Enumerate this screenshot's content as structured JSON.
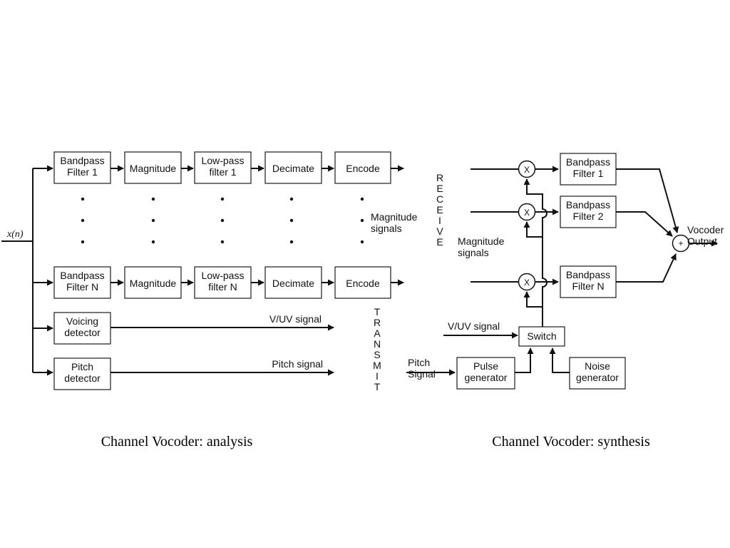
{
  "analysis": {
    "input_label": "x(n)",
    "row1": [
      "Bandpass\nFilter 1",
      "Magnitude",
      "Low-pass\nfilter 1",
      "Decimate",
      "Encode"
    ],
    "rowN": [
      "Bandpass\nFilter N",
      "Magnitude",
      "Low-pass\nfilter N",
      "Decimate",
      "Encode"
    ],
    "voicing": "Voicing\ndetector",
    "pitch": "Pitch\ndetector",
    "magnitude_signals": "Magnitude\nsignals",
    "vuv_signal": "V/UV signal",
    "pitch_signal": "Pitch signal",
    "transmit": "TRANSMIT",
    "caption": "Channel Vocoder: analysis"
  },
  "synthesis": {
    "receive": "RECEIVE",
    "mult_symbol": "X",
    "sum_symbol": "+",
    "bp1": "Bandpass\nFilter 1",
    "bp2": "Bandpass\nFilter 2",
    "bpN": "Bandpass\nFilter N",
    "magnitude_signals": "Magnitude\nsignals",
    "vuv_signal": "V/UV signal",
    "switch": "Switch",
    "pitch_signal": "Pitch\nSignal",
    "pulse": "Pulse\ngenerator",
    "noise": "Noise\ngenerator",
    "output": "Vocoder\nOutput",
    "caption": "Channel Vocoder: synthesis"
  }
}
